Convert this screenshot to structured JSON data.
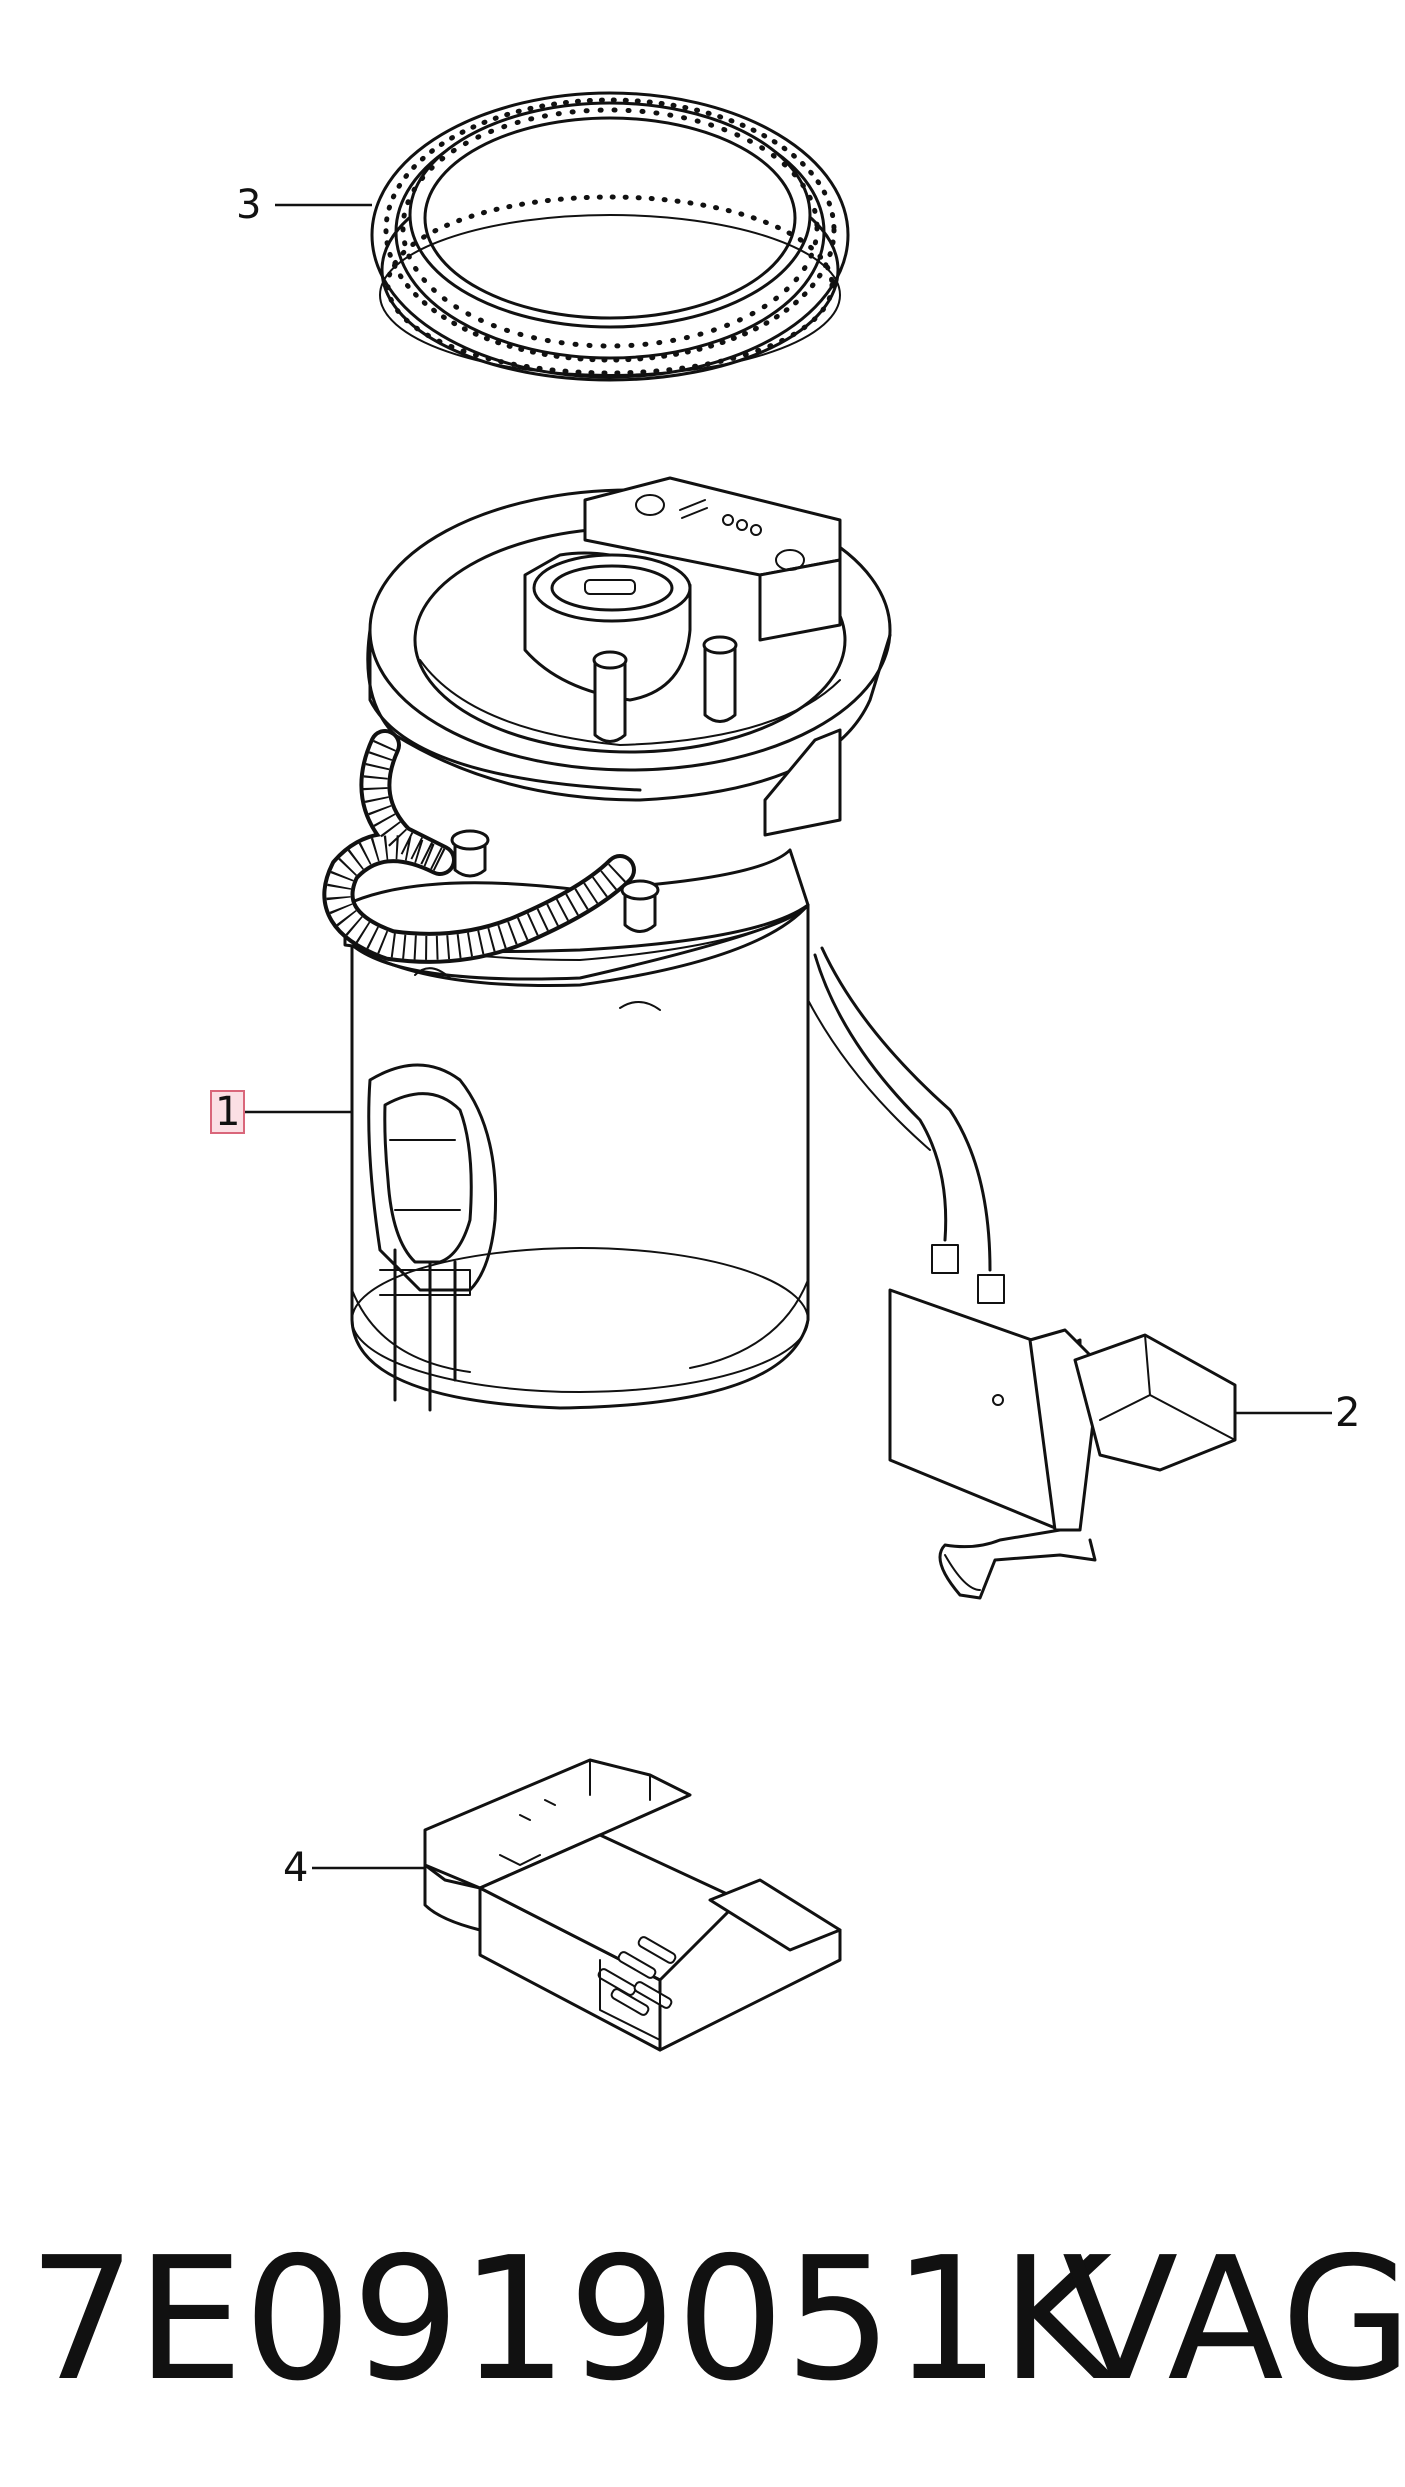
{
  "callouts": {
    "part1": "1",
    "part2": "2",
    "part3": "3",
    "part4": "4"
  },
  "footer": {
    "part_number": "7E0919051K",
    "brand": "VAG"
  },
  "colors": {
    "line": "#111111",
    "background": "#ffffff",
    "highlight_border": "#d9667a",
    "highlight_fill": "#fbdfe4"
  }
}
